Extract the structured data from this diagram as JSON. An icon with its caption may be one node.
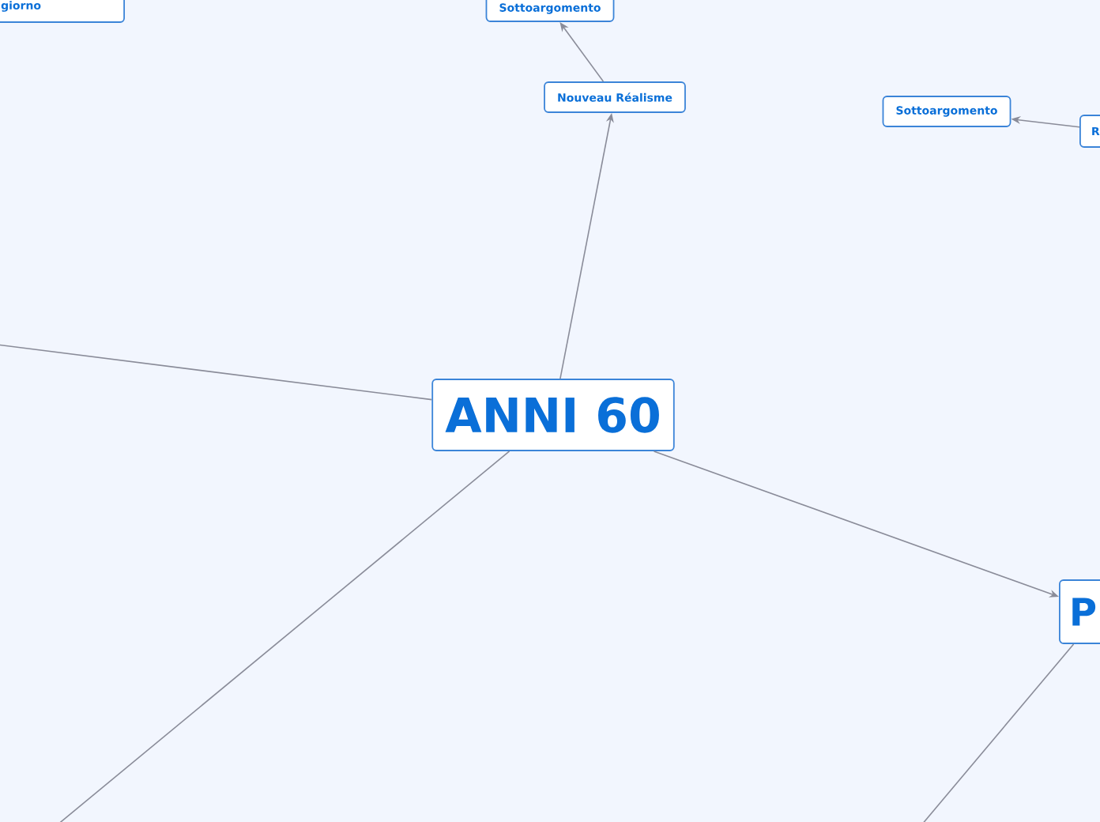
{
  "diagram": {
    "nodes": [
      {
        "text": [
          "giorno"
        ]
      },
      {
        "text": [
          "Sottoargomento"
        ]
      },
      {
        "text": [
          "Nouveau Réalisme"
        ]
      },
      {
        "text": [
          "ANNI 60"
        ]
      },
      {
        "text": [
          "Sottoargomento"
        ]
      },
      {
        "text": [
          "R"
        ]
      },
      {
        "text": [
          "P"
        ]
      }
    ],
    "edges": [
      {
        "from": 3,
        "to": 2,
        "arrow": "to"
      },
      {
        "from": 2,
        "to": 1,
        "arrow": "to"
      },
      {
        "from": 5,
        "to": 4,
        "arrow": "to"
      },
      {
        "from": 3,
        "to": 6,
        "arrow": "to"
      },
      {
        "from": 3,
        "to": null,
        "arrow": "none"
      },
      {
        "from": 3,
        "to": null,
        "arrow": "none"
      },
      {
        "from": 6,
        "to": null,
        "arrow": "none"
      }
    ]
  }
}
